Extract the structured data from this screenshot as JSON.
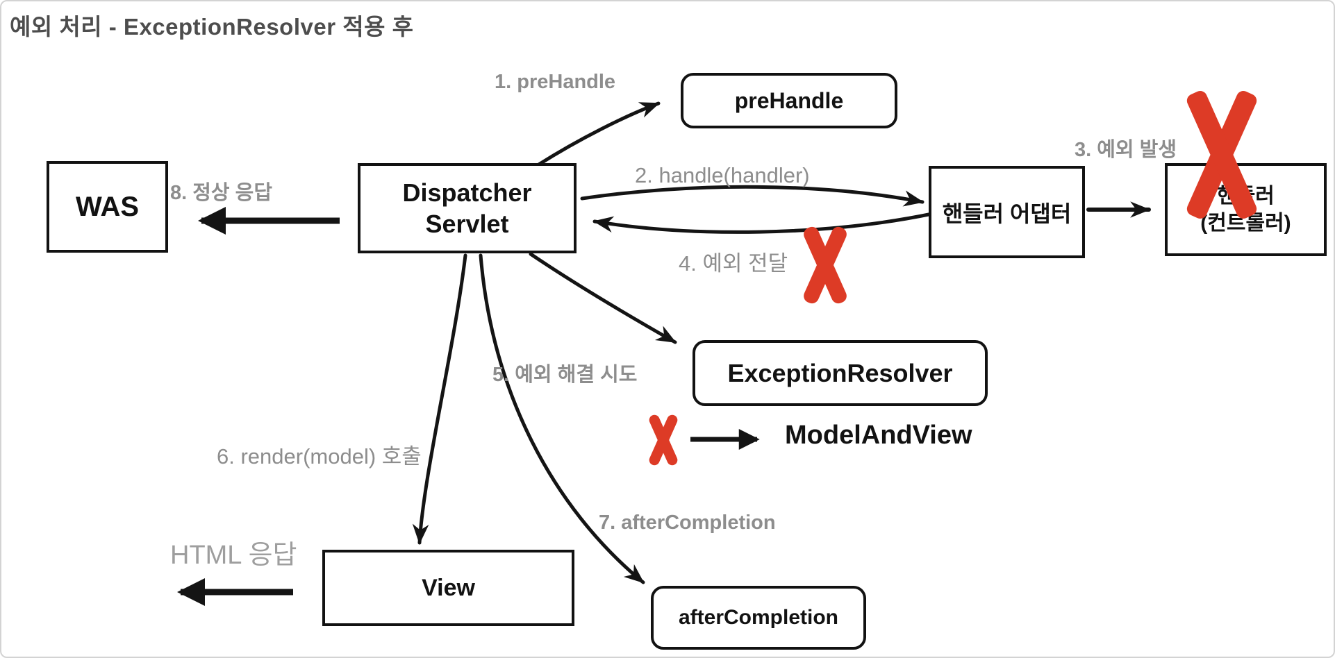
{
  "title": "예외 처리 - ExceptionResolver 적용 후",
  "colors": {
    "error_red": "#dd3b26",
    "label_gray": "#8d8d8d",
    "box_border_black": "#121212",
    "title_gray": "#4d4d4d"
  },
  "nodes": {
    "was": "WAS",
    "dispatcher_line1": "Dispatcher",
    "dispatcher_line2": "Servlet",
    "prehandle": "preHandle",
    "handler_adapter": "핸들러 어댑터",
    "handler_line1": "핸들러",
    "handler_line2": "(컨트롤러)",
    "exception_resolver": "ExceptionResolver",
    "model_and_view": "ModelAndView",
    "view": "View",
    "after_completion": "afterCompletion"
  },
  "steps": {
    "step1": "1. preHandle",
    "step2": "2. handle(handler)",
    "step3": "3. 예외 발생",
    "step4": "4. 예외 전달",
    "step5": "5. 예외 해결 시도",
    "step6": "6. render(model) 호출",
    "step7": "7. afterCompletion",
    "step8": "8. 정상 응답",
    "html_response": "HTML 응답"
  }
}
